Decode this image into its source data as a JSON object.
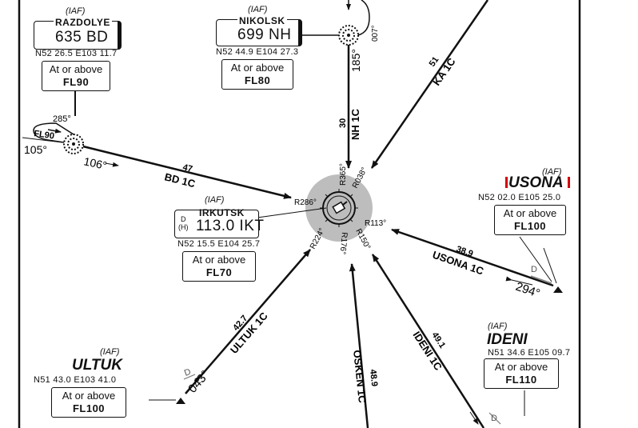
{
  "fixes": {
    "razdolye": {
      "iaf": "(IAF)",
      "name": "RAZDOLYE",
      "freq": "635 BD",
      "coord": "N52 26.5 E103 11.7",
      "alt_line1": "At or above",
      "alt_line2": "FL90",
      "hold_course": "285°",
      "hold_level": "FL90",
      "inbound": "105°"
    },
    "nikolsk": {
      "iaf": "(IAF)",
      "name": "NIKOLSK",
      "freq": "699 NH",
      "coord": "N52 44.9 E104 27.3",
      "alt_line1": "At or above",
      "alt_line2": "FL80",
      "hold_course": "007°",
      "inbound": "185°"
    },
    "irkutsk": {
      "iaf": "(IAF)",
      "name": "IRKUTSK",
      "dh_top": "D",
      "dh_bottom": "(H)",
      "freq": "113.0 IKT",
      "coord": "N52 15.5 E104 25.7",
      "alt_line1": "At or above",
      "alt_line2": "FL70"
    },
    "usona": {
      "iaf": "(IAF)",
      "name": "USONA",
      "coord": "N52 02.0 E105 25.0",
      "alt_line1": "At or above",
      "alt_line2": "FL100",
      "hold_course": "294°",
      "dme": "D"
    },
    "ultuk": {
      "iaf": "(IAF)",
      "name": "ULTUK",
      "coord": "N51 43.0 E103 41.0",
      "alt_line1": "At or above",
      "alt_line2": "FL100",
      "hold_course": "043°",
      "dme": "D"
    },
    "ideni": {
      "iaf": "(IAF)",
      "name": "IDENI",
      "coord": "N51 34.6 E105 09.7",
      "alt_line1": "At or above",
      "alt_line2": "FL110",
      "dme": "D"
    }
  },
  "routes": {
    "bd1c": {
      "name": "BD 1C",
      "distance": "47",
      "outbound": "106°"
    },
    "nh1c": {
      "name": "NH 1C",
      "distance": "30"
    },
    "ka1c": {
      "name": "KA 1C",
      "distance": "51"
    },
    "usona1c": {
      "name": "USONA 1C",
      "distance": "38.9"
    },
    "ideni1c": {
      "name": "IDENI 1C",
      "distance": "49.1"
    },
    "osken1c": {
      "name": "OSKEN 1C",
      "distance": "48.9"
    },
    "ultuk1c": {
      "name": "ULTUK 1C",
      "distance": "42.7"
    }
  },
  "radials": {
    "r365": "R365°",
    "r038": "R038°",
    "r286": "R286°",
    "r113": "R113°",
    "r224": "R224°",
    "r176": "R176°",
    "r150": "R150°"
  },
  "colors": {
    "ink": "#111111",
    "vor_fill": "#bdbdbd",
    "highlight": "#d40000"
  }
}
